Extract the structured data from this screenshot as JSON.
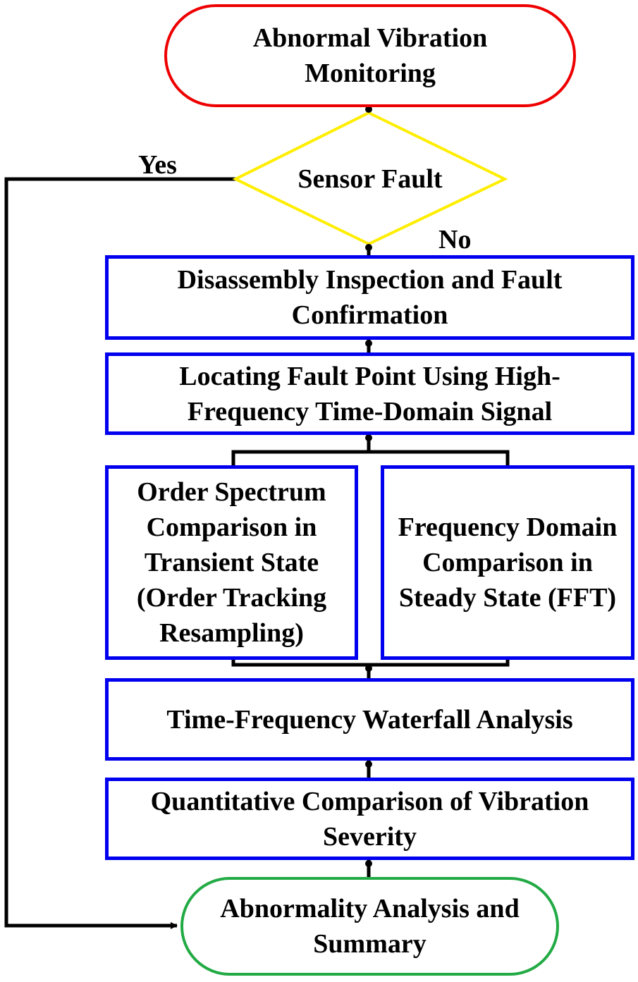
{
  "colors": {
    "start_border": "#ee0000",
    "decision_border": "#ffee00",
    "process_border": "#0000ee",
    "end_border": "#22aa44",
    "connector": "#000000"
  },
  "nodes": {
    "start": "Abnormal Vibration Monitoring",
    "decision": "Sensor Fault",
    "step1": "Disassembly Inspection and Fault Confirmation",
    "step2": "Locating Fault Point Using High-Frequency Time-Domain Signal",
    "branch_left": "Order Spectrum Comparison in Transient State (Order Tracking Resampling)",
    "branch_right": "Frequency Domain Comparison in Steady State (FFT)",
    "step3": "Time-Frequency Waterfall Analysis",
    "step4": "Quantitative Comparison of Vibration Severity",
    "end": "Abnormality Analysis and Summary"
  },
  "edge_labels": {
    "yes": "Yes",
    "no": "No"
  }
}
